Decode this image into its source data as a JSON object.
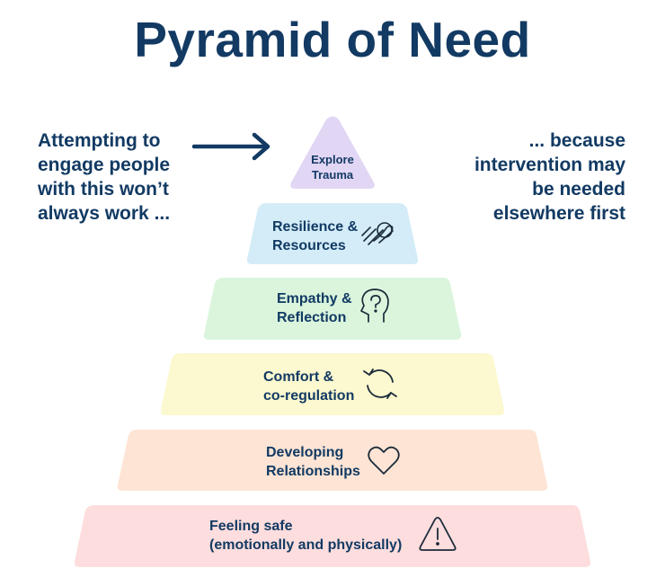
{
  "title": "Pyramid of Need",
  "left_note": [
    "Attempting to",
    "engage people",
    "with this won’t",
    "always work ..."
  ],
  "right_note": [
    "... because",
    "intervention may",
    "be needed",
    "elsewhere first"
  ],
  "levels": [
    {
      "lines": [
        "Explore",
        "Trauma"
      ],
      "color": "#e2d6f5",
      "icon": "none"
    },
    {
      "lines": [
        "Resilience &",
        "Resources"
      ],
      "color": "#d3ecf8",
      "icon": "hand-touch-icon"
    },
    {
      "lines": [
        "Empathy &",
        "Reflection"
      ],
      "color": "#daf5dc",
      "icon": "head-question-icon"
    },
    {
      "lines": [
        "Comfort &",
        "co-regulation"
      ],
      "color": "#fcf8cf",
      "icon": "refresh-cycle-icon"
    },
    {
      "lines": [
        "Developing",
        "Relationships"
      ],
      "color": "#fde4d4",
      "icon": "heart-icon"
    },
    {
      "lines": [
        "Feeling safe",
        "(emotionally and physically)"
      ],
      "color": "#fddddd",
      "icon": "warning-triangle-icon"
    }
  ],
  "colors": {
    "text": "#123a63",
    "icon_stroke": "#1b2a3a",
    "arrow": "#123a63"
  }
}
